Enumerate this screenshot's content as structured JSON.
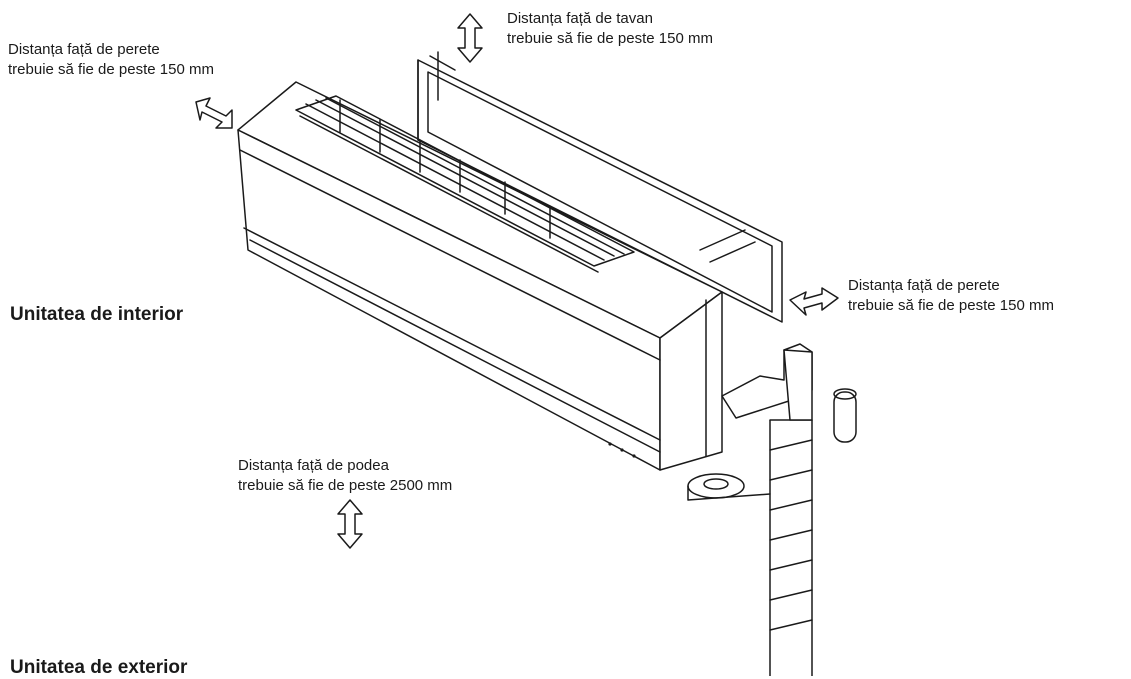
{
  "labels": {
    "wall_left": {
      "line1": "Distanța față de perete",
      "line2": "trebuie să fie de peste 150 mm"
    },
    "ceiling": {
      "line1": "Distanța față de tavan",
      "line2": "trebuie să fie de peste 150 mm"
    },
    "wall_right": {
      "line1": "Distanța față de perete",
      "line2": "trebuie să fie de peste 150 mm"
    },
    "floor": {
      "line1": "Distanța față de podea",
      "line2": "trebuie să fie de peste 2500 mm"
    }
  },
  "headings": {
    "indoor": "Unitatea de interior",
    "outdoor": "Unitatea de exterior"
  },
  "icons": [
    "double-arrow-icon"
  ],
  "colors": {
    "line": "#1a1a1a",
    "background": "#ffffff"
  }
}
